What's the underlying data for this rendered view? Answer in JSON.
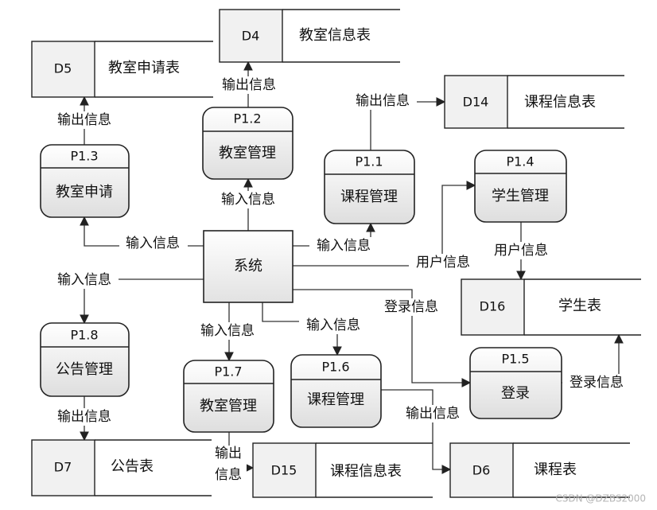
{
  "system": {
    "label": "系统"
  },
  "processes": {
    "p11": {
      "id": "P1.1",
      "name": "课程管理"
    },
    "p12": {
      "id": "P1.2",
      "name": "教室管理"
    },
    "p13": {
      "id": "P1.3",
      "name": "教室申请"
    },
    "p14": {
      "id": "P1.4",
      "name": "学生管理"
    },
    "p15": {
      "id": "P1.5",
      "name": "登录"
    },
    "p16": {
      "id": "P1.6",
      "name": "课程管理"
    },
    "p17": {
      "id": "P1.7",
      "name": "教室管理"
    },
    "p18": {
      "id": "P1.8",
      "name": "公告管理"
    }
  },
  "stores": {
    "d4": {
      "id": "D4",
      "name": "教室信息表"
    },
    "d5": {
      "id": "D5",
      "name": "教室申请表"
    },
    "d14": {
      "id": "D14",
      "name": "课程信息表"
    },
    "d16": {
      "id": "D16",
      "name": "学生表"
    },
    "d7": {
      "id": "D7",
      "name": "公告表"
    },
    "d15": {
      "id": "D15",
      "name": "课程信息表"
    },
    "d6": {
      "id": "D6",
      "name": "课程表"
    }
  },
  "flows": {
    "out_d4": "输出信息",
    "out_d5": "输出信息",
    "out_d14": "输出信息",
    "in_p12": "输入信息",
    "in_p13": "输入信息",
    "in_p11": "输入信息",
    "user_info_sys": "用户信息",
    "user_info_p14": "用户信息",
    "in_p18": "输入信息",
    "login_info_sys": "登录信息",
    "in_p17": "输入信息",
    "in_p16": "输入信息",
    "login_info_p15": "登录信息",
    "out_d7": "输出信息",
    "out_d15_1": "输出",
    "out_d15_2": "信息",
    "out_d6": "输出信息"
  },
  "watermark": "CSDN @DZBS2000"
}
